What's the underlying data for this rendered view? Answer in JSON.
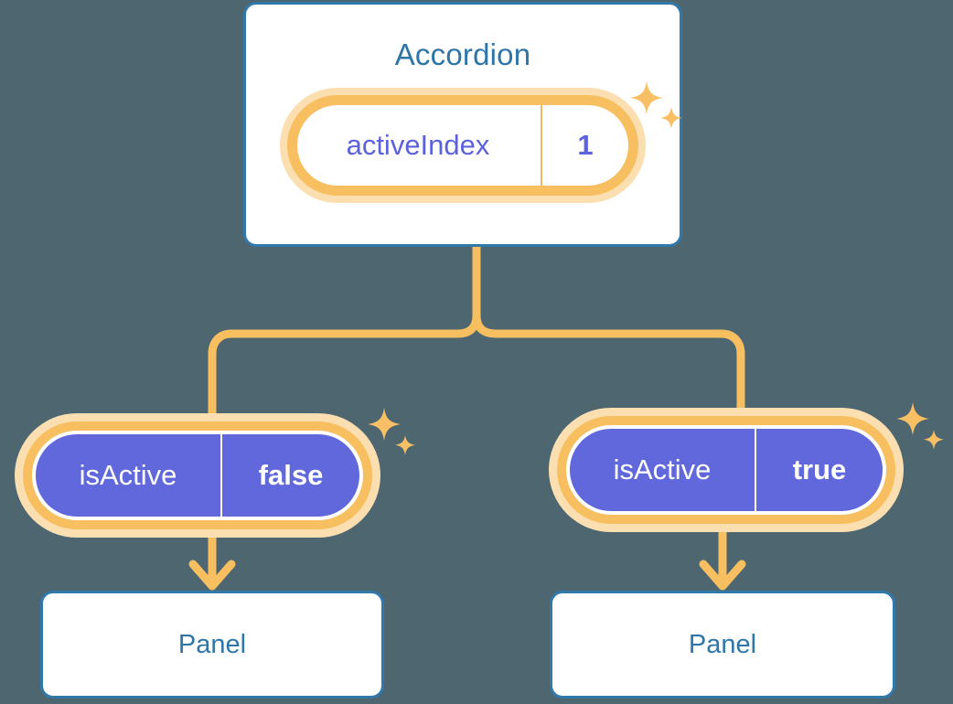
{
  "theme": {
    "background": "#4d6670",
    "card_border": "#3178ab",
    "card_fill": "#ffffff",
    "title_text": "#2f76a8",
    "accent_orange": "#f8bf61",
    "accent_orange_soft": "#fbdfb0",
    "purple_fill": "#6168db",
    "purple_text": "#5c62dd",
    "value_text": "#ffffff"
  },
  "diagram": {
    "type": "component-tree",
    "root": {
      "name": "accordion-card",
      "title": "Accordion",
      "state": {
        "key": "activeIndex",
        "value": "1"
      }
    },
    "branches": [
      {
        "name": "branch-left",
        "prop": {
          "key": "isActive",
          "value": "false"
        },
        "child": {
          "title": "Panel"
        }
      },
      {
        "name": "branch-right",
        "prop": {
          "key": "isActive",
          "value": "true"
        },
        "child": {
          "title": "Panel"
        }
      }
    ],
    "decorations": [
      {
        "name": "sparkle-cluster-state-pill"
      },
      {
        "name": "sparkle-cluster-left-prop"
      },
      {
        "name": "sparkle-cluster-right-prop"
      }
    ]
  }
}
